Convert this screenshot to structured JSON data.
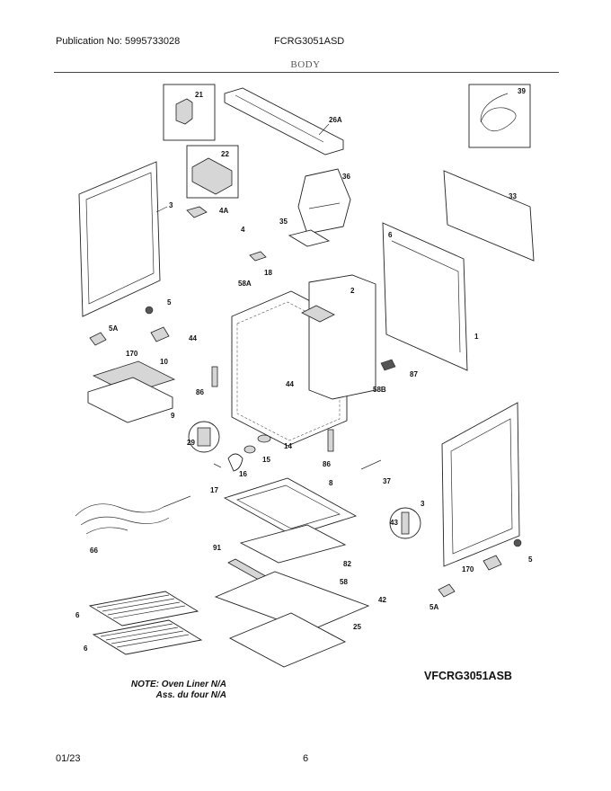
{
  "header": {
    "publication": "Publication No: 5995733028",
    "model": "FCRG3051ASD"
  },
  "section_title": "BODY",
  "diagram_model": "VFCRG3051ASB",
  "note": {
    "line1": "NOTE: Oven Liner N/A",
    "line2": "Ass. du four N/A"
  },
  "footer": {
    "date": "01/23",
    "page": "6"
  },
  "part_labels": {
    "p21": "21",
    "p26A": "26A",
    "p39": "39",
    "p22": "22",
    "p36": "36",
    "p33": "33",
    "p3a": "3",
    "p4A": "4A",
    "p35": "35",
    "p4": "4",
    "p6top": "6",
    "p18": "18",
    "p58A": "58A",
    "p2": "2",
    "p5a": "5",
    "p5Aa": "5A",
    "p44a": "44",
    "p170a": "170",
    "p1": "1",
    "p10": "10",
    "p87": "87",
    "p86a": "86",
    "p44b": "44",
    "p58B": "58B",
    "p9": "9",
    "p29": "29",
    "p14": "14",
    "p15": "15",
    "p86b": "86",
    "p16": "16",
    "p17": "17",
    "p37": "37",
    "p8": "8",
    "p3b": "3",
    "p43": "43",
    "p66": "66",
    "p91": "91",
    "p82": "82",
    "p5b": "5",
    "p170b": "170",
    "p58": "58",
    "p42": "42",
    "p5Ab": "5A",
    "p6a": "6",
    "p25": "25",
    "p6b": "6"
  }
}
